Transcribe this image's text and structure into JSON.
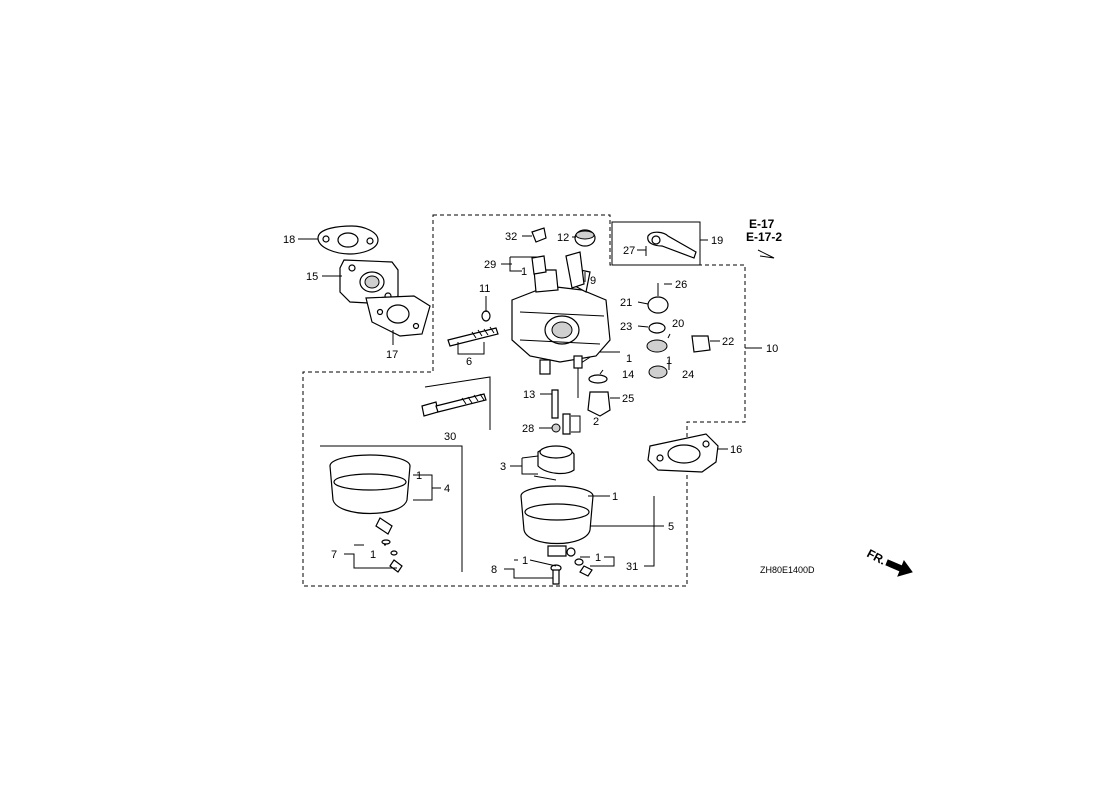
{
  "references": [
    "E-17",
    "E-17-2"
  ],
  "direction_label": "FR.",
  "diagram_code": "ZH80E1400D",
  "callouts": {
    "c1a": "1",
    "c1b": "1",
    "c1c": "1",
    "c1d": "1",
    "c1e": "1",
    "c1f": "1",
    "c1g": "1",
    "c1h": "1",
    "c2": "2",
    "c3": "3",
    "c4": "4",
    "c5": "5",
    "c6": "6",
    "c7": "7",
    "c8": "8",
    "c9": "9",
    "c10": "10",
    "c11": "11",
    "c12": "12",
    "c13": "13",
    "c14": "14",
    "c15": "15",
    "c16": "16",
    "c17": "17",
    "c18": "18",
    "c19": "19",
    "c20": "20",
    "c21": "21",
    "c22": "22",
    "c23": "23",
    "c24": "24",
    "c25": "25",
    "c26": "26",
    "c27": "27",
    "c28": "28",
    "c29": "29",
    "c30": "30",
    "c31": "31",
    "c32": "32"
  }
}
